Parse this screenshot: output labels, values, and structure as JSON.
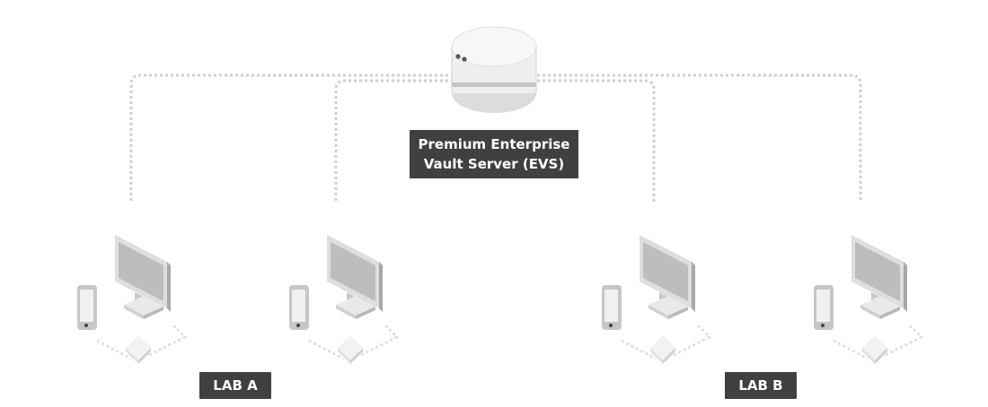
{
  "server": {
    "icon": "database-server-icon",
    "label_line1": "Premium Enterprise",
    "label_line2": "Vault Server (EVS)"
  },
  "labs": [
    {
      "label": "LAB A",
      "stations": 2
    },
    {
      "label": "LAB B",
      "stations": 2
    }
  ],
  "station_icons": [
    "monitor-icon",
    "phone-icon",
    "router-icon"
  ],
  "colors": {
    "label_bg": "#404040",
    "label_text": "#ffffff",
    "connector": "#cfcfcf",
    "device_light": "#ececec",
    "device_mid": "#c8c8c8",
    "device_dark": "#9a9a9a"
  }
}
